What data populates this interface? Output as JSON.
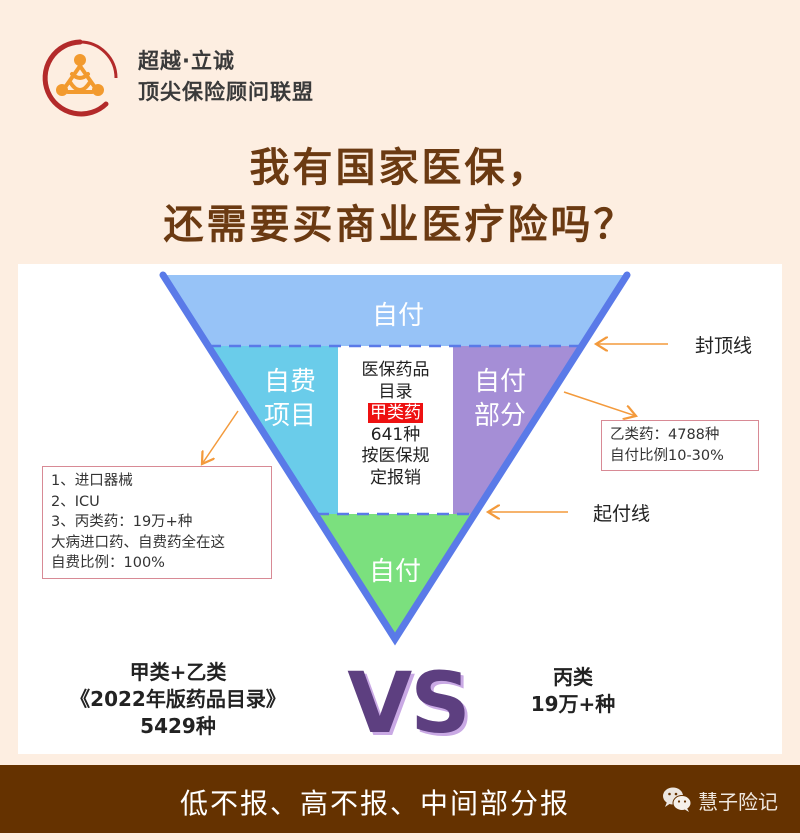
{
  "header": {
    "brand_line1": "超越·立诚",
    "brand_line2": "顶尖保险顾问联盟",
    "logo_icon": "alliance-logo-icon"
  },
  "title": {
    "line1": "我有国家医保，",
    "line2": "还需要买商业医疗险吗？"
  },
  "funnel": {
    "top_segment": "自付",
    "left_segment_line1": "自费",
    "left_segment_line2": "项目",
    "right_segment_line1": "自付",
    "right_segment_line2": "部分",
    "bottom_segment": "自付",
    "center": {
      "line1": "医保药品",
      "line2": "目录",
      "highlight": "甲类药",
      "line3": "641种",
      "line4": "按医保规",
      "line5": "定报销"
    },
    "cap_line_label": "封顶线",
    "deductible_line_label": "起付线",
    "colors": {
      "top": "#97c3f7",
      "left": "#6accea",
      "right": "#a58ed6",
      "bottom": "#7be07e",
      "border": "#5a7ae8",
      "arrow": "#f39a3c"
    }
  },
  "notes": {
    "right_box": [
      "乙类药：4788种",
      "自付比例10-30%"
    ],
    "left_box": [
      "1、进口器械",
      "2、ICU",
      "3、丙类药：19万+种",
      "大病进口药、自费药全在这",
      "自费比例：100%"
    ]
  },
  "comparison": {
    "left_line1": "甲类+乙类",
    "left_line2": "《2022年版药品目录》",
    "left_line3": "5429种",
    "vs": "VS",
    "right_line1": "丙类",
    "right_line2": "19万+种"
  },
  "banner": {
    "text": "低不报、高不报、中间部分报",
    "account_name": "慧子险记",
    "account_icon": "wechat-icon"
  }
}
